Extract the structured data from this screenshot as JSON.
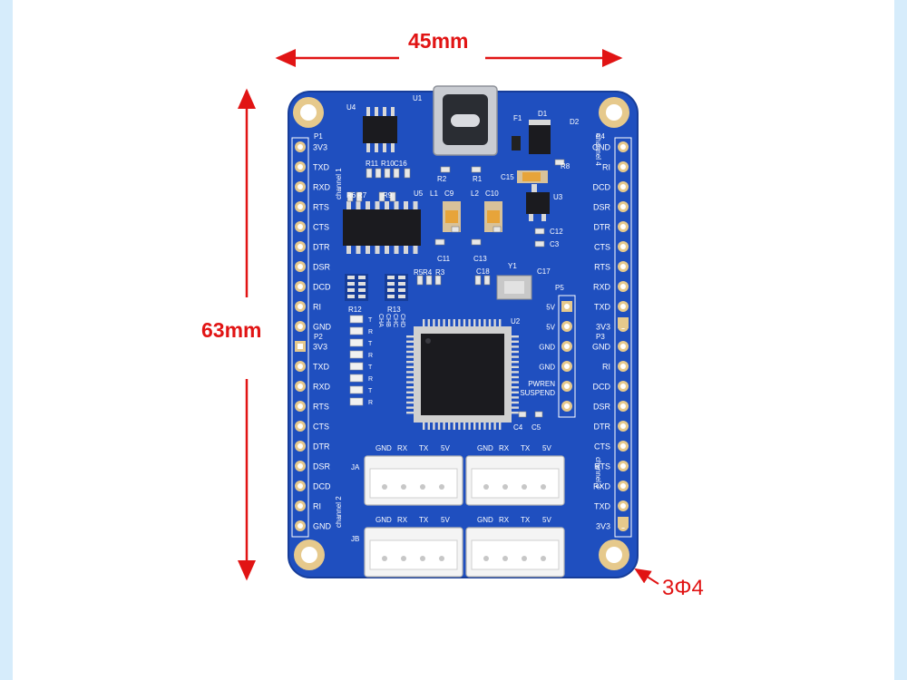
{
  "dimensions": {
    "width_label": "45mm",
    "height_label": "63mm",
    "hole_label": "3Φ4"
  },
  "colors": {
    "board": "#1f4fbf",
    "board_edge": "#173d99",
    "silkscreen": "#ffffff",
    "gold": "#e6c98c",
    "dimension": "#e11414",
    "background_edge": "#d6ecfb"
  },
  "board": {
    "connector_p1": {
      "ref": "P1",
      "pins": [
        "3V3",
        "TXD",
        "RXD",
        "RTS",
        "CTS",
        "DTR",
        "DSR",
        "DCD",
        "RI",
        "GND"
      ]
    },
    "connector_p2": {
      "ref": "P2",
      "pins": [
        "3V3",
        "TXD",
        "RXD",
        "RTS",
        "CTS",
        "DTR",
        "DSR",
        "DCD",
        "RI",
        "GND"
      ]
    },
    "connector_p4": {
      "ref": "P4",
      "pins": [
        "GND",
        "RI",
        "DCD",
        "DSR",
        "DTR",
        "CTS",
        "RTS",
        "RXD",
        "TXD",
        "3V3"
      ]
    },
    "connector_p3": {
      "ref": "P3",
      "pins": [
        "GND",
        "RI",
        "DCD",
        "DSR",
        "DTR",
        "CTS",
        "RTS",
        "RXD",
        "TXD",
        "3V3"
      ]
    },
    "connector_p5": {
      "ref": "P5",
      "pins": [
        "5V",
        "5V",
        "GND",
        "GND",
        "PWREN",
        "SUSPEND"
      ]
    },
    "channel_labels": [
      "channel 1",
      "channel 2",
      "channel 3",
      "channel 4"
    ],
    "jst_pin_labels": [
      "GND",
      "RX",
      "TX",
      "5V"
    ],
    "jst_refs": [
      "JA",
      "JB"
    ],
    "led_labels": [
      "CHA",
      "CHB",
      "CHC",
      "CHD"
    ],
    "led_letters": [
      "T",
      "R",
      "T",
      "R",
      "T",
      "R",
      "T",
      "R"
    ],
    "refs": {
      "u1": "U1",
      "u2": "U2",
      "u3": "U3",
      "u4": "U4",
      "u5": "U5",
      "f1": "F1",
      "d1": "D1",
      "d2": "D2",
      "r1": "R1",
      "r2": "R2",
      "r3": "R3",
      "r4": "R4",
      "r5": "R5",
      "r6": "R6",
      "r7": "R7",
      "r8": "R8",
      "r9": "R9",
      "r10": "R10",
      "r11": "R11",
      "r12": "R12",
      "r13": "R13",
      "l1": "L1",
      "l2": "L2",
      "c3": "C3",
      "c4": "C4",
      "c5": "C5",
      "c9": "C9",
      "c10": "C10",
      "c11": "C11",
      "c12": "C12",
      "c13": "C13",
      "c15": "C15",
      "c16": "C16",
      "c17": "C17",
      "c18": "C18",
      "y1": "Y1"
    }
  }
}
